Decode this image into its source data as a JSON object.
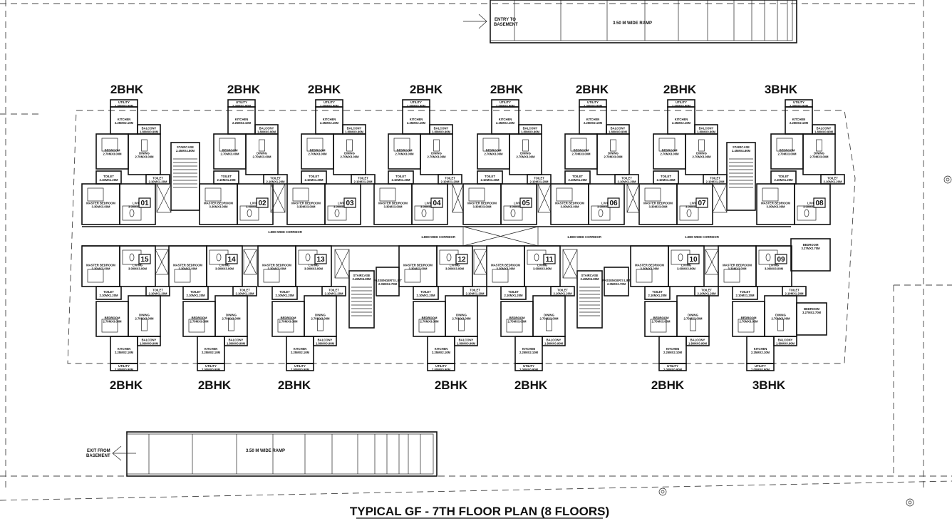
{
  "title": "TYPICAL GF - 7TH FLOOR PLAN (8 FLOORS)",
  "entry_ramp": {
    "label": "3.50 M WIDE RAMP",
    "entry_label_1": "ENTRY TO",
    "entry_label_2": "BASEMENT"
  },
  "exit_ramp": {
    "label": "3.50 M WIDE RAMP",
    "exit_label_1": "EXIT FROM",
    "exit_label_2": "BASEMENT"
  },
  "corridor_label": "1.80M WIDE CORRIDOR",
  "top_units": [
    {
      "number": "01",
      "type": "2BHK"
    },
    {
      "number": "02",
      "type": "2BHK"
    },
    {
      "number": "03",
      "type": "2BHK"
    },
    {
      "number": "04",
      "type": "2BHK"
    },
    {
      "number": "05",
      "type": "2BHK"
    },
    {
      "number": "06",
      "type": "2BHK"
    },
    {
      "number": "07",
      "type": "2BHK"
    },
    {
      "number": "08",
      "type": "3BHK"
    }
  ],
  "bottom_units": [
    {
      "number": "15",
      "type": "2BHK"
    },
    {
      "number": "14",
      "type": "2BHK"
    },
    {
      "number": "13",
      "type": "2BHK"
    },
    {
      "number": "12",
      "type": "2BHK"
    },
    {
      "number": "11",
      "type": "2BHK"
    },
    {
      "number": "10",
      "type": "2BHK"
    },
    {
      "number": "09",
      "type": "3BHK"
    }
  ],
  "rooms": {
    "utility": {
      "name": "UTILITY",
      "size": "2.00MX0.90M"
    },
    "kitchen": {
      "name": "KITCHEN",
      "size": "2.25MX2.10M"
    },
    "balcony": {
      "name": "BALCONY",
      "size": "1.80MX0.90M"
    },
    "bedroom": {
      "name": "BEDROOM",
      "size": "2.70MX3.00M"
    },
    "dining": {
      "name": "DINING",
      "size": "2.70MX3.00M"
    },
    "toilet": {
      "name": "TOILET",
      "size": "2.10MX1.20M"
    },
    "master_bedroom": {
      "name": "MASTER BEDROOM",
      "size": "3.30MX3.00M"
    },
    "living": {
      "name": "LIVING",
      "size": "3.00MX3.00M"
    },
    "extra_bedroom": {
      "name": "BEDROOM",
      "size": "3.27MX2.70M"
    }
  },
  "staircase": {
    "name": "STAIRCASE",
    "size": "2.45MX4.80M"
  },
  "passenger_lift": {
    "name": "PASSENGER'S LIFT",
    "size": "2.05MX2.70M"
  }
}
